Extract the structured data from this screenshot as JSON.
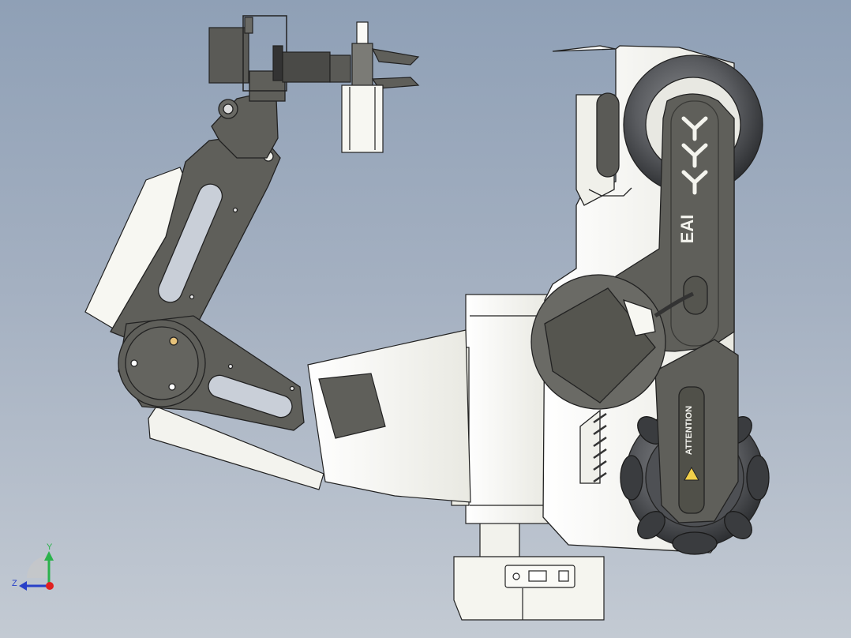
{
  "viewport": {
    "background_top": "#8fa0b6",
    "background_bottom": "#c3cad3"
  },
  "model": {
    "side_logo": "EAI",
    "warning_label": "ATTENTION",
    "colors": {
      "metal_dark": "#5f5f5a",
      "shell_white": "#f7f7f2",
      "wheel_dark": "#55575a",
      "outline": "#222222"
    }
  },
  "triad": {
    "y_label": "Y",
    "z_label": "Z",
    "colors": {
      "y": "#2bb24c",
      "z": "#2840c8",
      "x": "#e02020"
    }
  }
}
